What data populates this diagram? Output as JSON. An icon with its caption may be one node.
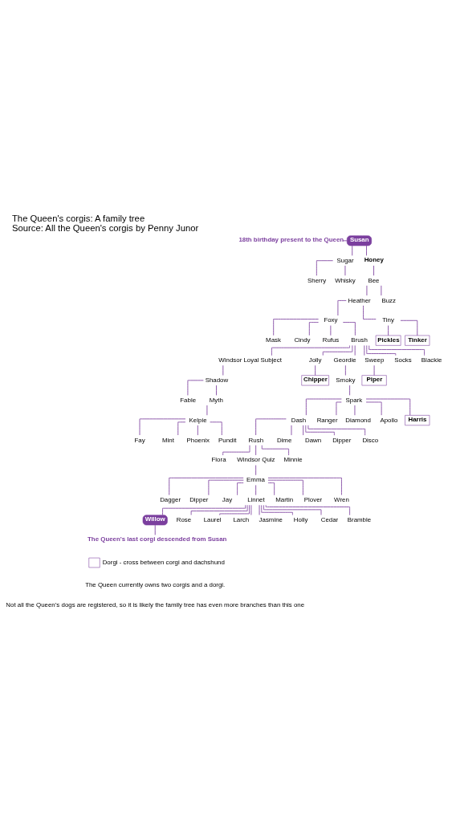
{
  "diagram": {
    "title": "The Queen's corgis: A family tree",
    "caption": "Source: All the Queen's corgis by Penny Junor",
    "nodes": [
      {
        "text": [
          "18th birthday present to the Queen"
        ]
      },
      {
        "text": [
          "Susan"
        ]
      },
      {
        "text": [
          "Sugar"
        ]
      },
      {
        "text": [
          "Honey"
        ]
      },
      {
        "text": [
          "Sherry"
        ]
      },
      {
        "text": [
          "Whisky"
        ]
      },
      {
        "text": [
          "Bee"
        ]
      },
      {
        "text": [
          "Heather"
        ]
      },
      {
        "text": [
          "Buzz"
        ]
      },
      {
        "text": [
          "Foxy"
        ]
      },
      {
        "text": [
          "Tiny"
        ]
      },
      {
        "text": [
          "Mask"
        ]
      },
      {
        "text": [
          "Cindy"
        ]
      },
      {
        "text": [
          "Rufus"
        ]
      },
      {
        "text": [
          "Brush"
        ]
      },
      {
        "text": [
          "Pickles"
        ]
      },
      {
        "text": [
          "Tinker"
        ]
      },
      {
        "text": [
          "Windsor Loyal Subject"
        ]
      },
      {
        "text": [
          "Jolly"
        ]
      },
      {
        "text": [
          "Geordie"
        ]
      },
      {
        "text": [
          "Sweep"
        ]
      },
      {
        "text": [
          "Socks"
        ]
      },
      {
        "text": [
          "Blackie"
        ]
      },
      {
        "text": [
          "Shadow"
        ]
      },
      {
        "text": [
          "Chipper"
        ]
      },
      {
        "text": [
          "Smoky"
        ]
      },
      {
        "text": [
          "Piper"
        ]
      },
      {
        "text": [
          "Fable"
        ]
      },
      {
        "text": [
          "Myth"
        ]
      },
      {
        "text": [
          "Kelpie"
        ]
      },
      {
        "text": [
          "Spark"
        ]
      },
      {
        "text": [
          "Dash"
        ]
      },
      {
        "text": [
          "Ranger"
        ]
      },
      {
        "text": [
          "Diamond"
        ]
      },
      {
        "text": [
          "Apollo"
        ]
      },
      {
        "text": [
          "Harris"
        ]
      },
      {
        "text": [
          "Fay"
        ]
      },
      {
        "text": [
          "Mint"
        ]
      },
      {
        "text": [
          "Phoenix"
        ]
      },
      {
        "text": [
          "Pundit"
        ]
      },
      {
        "text": [
          "Rush"
        ]
      },
      {
        "text": [
          "Dime"
        ]
      },
      {
        "text": [
          "Dawn"
        ]
      },
      {
        "text": [
          "Dipper"
        ]
      },
      {
        "text": [
          "Disco"
        ]
      },
      {
        "text": [
          "Flora"
        ]
      },
      {
        "text": [
          "Windsor Quiz"
        ]
      },
      {
        "text": [
          "Minnie"
        ]
      },
      {
        "text": [
          "Emma"
        ]
      },
      {
        "text": [
          "Dagger"
        ]
      },
      {
        "text": [
          "Dipper"
        ]
      },
      {
        "text": [
          "Jay"
        ]
      },
      {
        "text": [
          "Linnet"
        ]
      },
      {
        "text": [
          "Martin"
        ]
      },
      {
        "text": [
          "Plover"
        ]
      },
      {
        "text": [
          "Wren"
        ]
      },
      {
        "text": [
          "Willow"
        ]
      },
      {
        "text": [
          "Rose"
        ]
      },
      {
        "text": [
          "Laurel"
        ]
      },
      {
        "text": [
          "Larch"
        ]
      },
      {
        "text": [
          "Jasmine"
        ]
      },
      {
        "text": [
          "Holly"
        ]
      },
      {
        "text": [
          "Cedar"
        ]
      },
      {
        "text": [
          "Bramble"
        ]
      },
      {
        "text": [
          "The Queen's last corgi descended from Susan"
        ]
      }
    ],
    "edges": [
      {
        "from": 0,
        "to": 1,
        "arrow": "none"
      },
      {
        "from": 1,
        "to": 2,
        "arrow": "none"
      },
      {
        "from": 1,
        "to": 3,
        "arrow": "none"
      },
      {
        "from": 2,
        "to": 4,
        "arrow": "none"
      },
      {
        "from": 2,
        "to": 5,
        "arrow": "none"
      },
      {
        "from": 3,
        "to": 6,
        "arrow": "none"
      },
      {
        "from": 6,
        "to": 7,
        "arrow": "none"
      },
      {
        "from": 6,
        "to": 8,
        "arrow": "none"
      },
      {
        "from": 7,
        "to": 9,
        "arrow": "none"
      },
      {
        "from": 7,
        "to": 10,
        "arrow": "none"
      },
      {
        "from": 9,
        "to": 11,
        "arrow": "none"
      },
      {
        "from": 9,
        "to": 12,
        "arrow": "none"
      },
      {
        "from": 9,
        "to": 13,
        "arrow": "none"
      },
      {
        "from": 9,
        "to": 14,
        "arrow": "none"
      },
      {
        "from": 10,
        "to": 15,
        "arrow": "none"
      },
      {
        "from": 10,
        "to": 16,
        "arrow": "none"
      },
      {
        "from": 14,
        "to": 17,
        "arrow": "none"
      },
      {
        "from": 14,
        "to": 18,
        "arrow": "none"
      },
      {
        "from": 14,
        "to": 19,
        "arrow": "none"
      },
      {
        "from": 14,
        "to": 20,
        "arrow": "none"
      },
      {
        "from": 14,
        "to": 21,
        "arrow": "none"
      },
      {
        "from": 14,
        "to": 22,
        "arrow": "none"
      },
      {
        "from": 17,
        "to": 23,
        "arrow": "none"
      },
      {
        "from": 18,
        "to": 24,
        "arrow": "none"
      },
      {
        "from": 19,
        "to": 25,
        "arrow": "none"
      },
      {
        "from": 20,
        "to": 26,
        "arrow": "none"
      },
      {
        "from": 23,
        "to": 27,
        "arrow": "none"
      },
      {
        "from": 23,
        "to": 28,
        "arrow": "none"
      },
      {
        "from": 28,
        "to": 29,
        "arrow": "none"
      },
      {
        "from": 25,
        "to": 30,
        "arrow": "none"
      },
      {
        "from": 30,
        "to": 31,
        "arrow": "none"
      },
      {
        "from": 30,
        "to": 32,
        "arrow": "none"
      },
      {
        "from": 30,
        "to": 33,
        "arrow": "none"
      },
      {
        "from": 30,
        "to": 34,
        "arrow": "none"
      },
      {
        "from": 30,
        "to": 35,
        "arrow": "none"
      },
      {
        "from": 29,
        "to": 36,
        "arrow": "none"
      },
      {
        "from": 29,
        "to": 37,
        "arrow": "none"
      },
      {
        "from": 29,
        "to": 38,
        "arrow": "none"
      },
      {
        "from": 29,
        "to": 39,
        "arrow": "none"
      },
      {
        "from": 31,
        "to": 40,
        "arrow": "none"
      },
      {
        "from": 31,
        "to": 41,
        "arrow": "none"
      },
      {
        "from": 31,
        "to": 42,
        "arrow": "none"
      },
      {
        "from": 31,
        "to": 43,
        "arrow": "none"
      },
      {
        "from": 31,
        "to": 44,
        "arrow": "none"
      },
      {
        "from": 40,
        "to": 45,
        "arrow": "none"
      },
      {
        "from": 40,
        "to": 46,
        "arrow": "none"
      },
      {
        "from": 40,
        "to": 47,
        "arrow": "none"
      },
      {
        "from": 46,
        "to": 48,
        "arrow": "none"
      },
      {
        "from": 48,
        "to": 49,
        "arrow": "none"
      },
      {
        "from": 48,
        "to": 50,
        "arrow": "none"
      },
      {
        "from": 48,
        "to": 51,
        "arrow": "none"
      },
      {
        "from": 48,
        "to": 52,
        "arrow": "none"
      },
      {
        "from": 48,
        "to": 53,
        "arrow": "none"
      },
      {
        "from": 48,
        "to": 54,
        "arrow": "none"
      },
      {
        "from": 48,
        "to": 55,
        "arrow": "none"
      },
      {
        "from": 52,
        "to": 56,
        "arrow": "none"
      },
      {
        "from": 52,
        "to": 57,
        "arrow": "none"
      },
      {
        "from": 52,
        "to": 58,
        "arrow": "none"
      },
      {
        "from": 52,
        "to": 59,
        "arrow": "none"
      },
      {
        "from": 52,
        "to": 60,
        "arrow": "none"
      },
      {
        "from": 52,
        "to": 61,
        "arrow": "none"
      },
      {
        "from": 52,
        "to": 62,
        "arrow": "none"
      },
      {
        "from": 52,
        "to": 63,
        "arrow": "none"
      },
      {
        "from": 56,
        "to": 64,
        "arrow": "none"
      }
    ],
    "labels": [
      "The Queen currently owns two corgis and a dorgi.",
      "Not all the Queen’s dogs are registered, so it is likely the family tree has even more branches than this one"
    ],
    "legend": [
      {
        "text": "Dorgi - cross between corgi and dachshund"
      }
    ]
  }
}
